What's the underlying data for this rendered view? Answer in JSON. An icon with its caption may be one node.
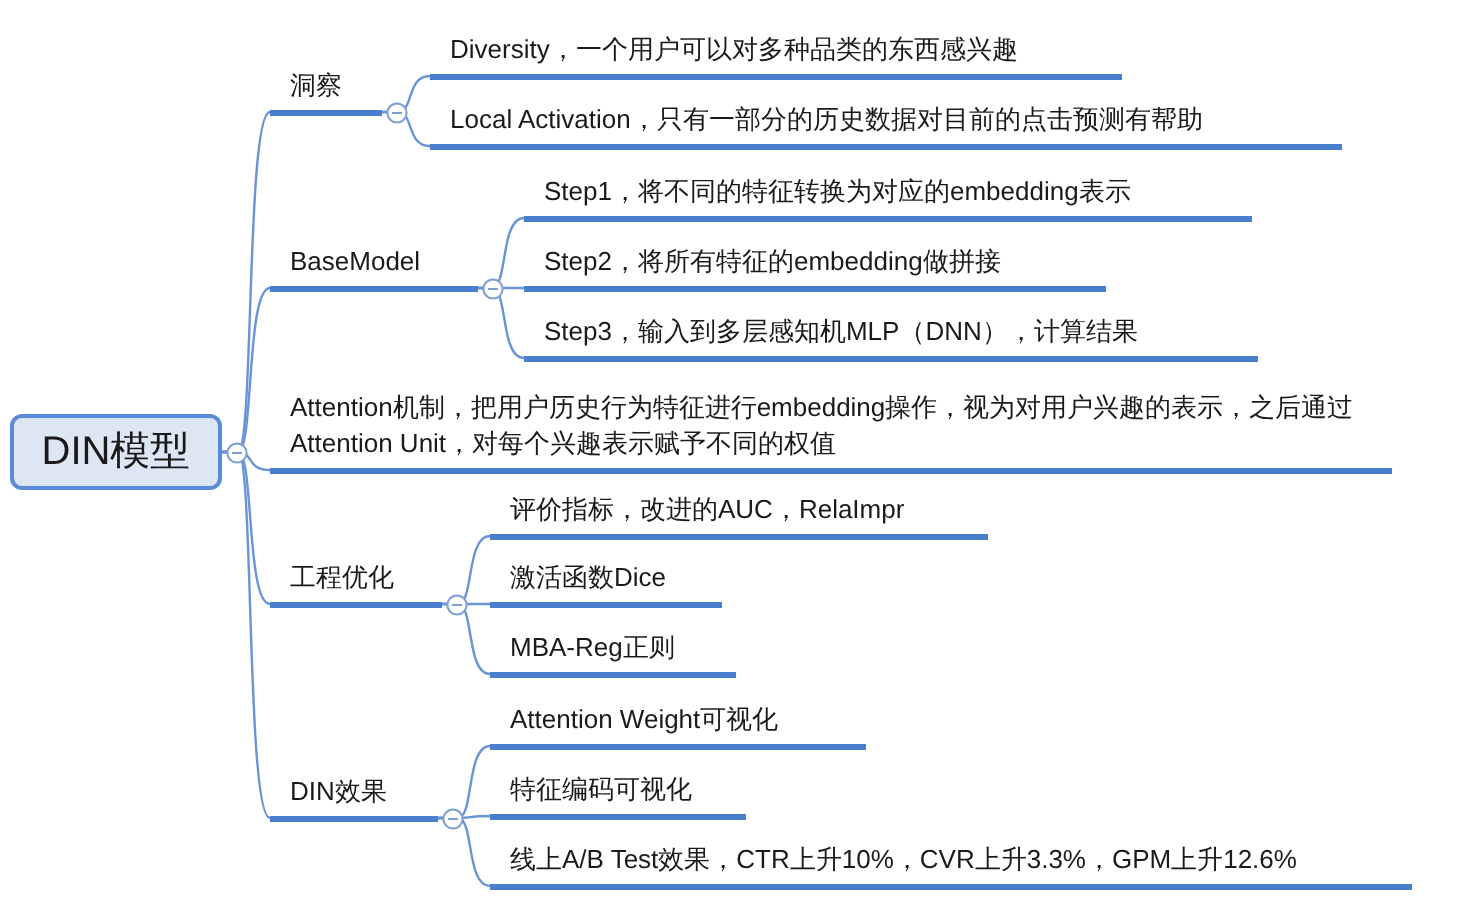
{
  "diagram": {
    "nodes": [
      {
        "text": [
          "DIN模型"
        ]
      },
      {
        "text": [
          "洞察"
        ]
      },
      {
        "text": [
          "Diversity，一个用户可以对多种品类的东西感兴趣"
        ]
      },
      {
        "text": [
          "Local Activation，只有一部分的历史数据对目前的点击预测有帮助"
        ]
      },
      {
        "text": [
          "BaseModel"
        ]
      },
      {
        "text": [
          "Step1，将不同的特征转换为对应的embedding表示"
        ]
      },
      {
        "text": [
          "Step2，将所有特征的embedding做拼接"
        ]
      },
      {
        "text": [
          "Step3，输入到多层感知机MLP（DNN），计算结果"
        ]
      },
      {
        "text": [
          "Attention机制，把用户历史行为特征进行embedding操作，视为对用户兴趣的表示，之后通过Attention Unit，对每个兴趣表示赋予不同的权值"
        ]
      },
      {
        "text": [
          "工程优化"
        ]
      },
      {
        "text": [
          "评价指标，改进的AUC，RelaImpr"
        ]
      },
      {
        "text": [
          "激活函数Dice"
        ]
      },
      {
        "text": [
          "MBA-Reg正则"
        ]
      },
      {
        "text": [
          "DIN效果"
        ]
      },
      {
        "text": [
          "Attention Weight可视化"
        ]
      },
      {
        "text": [
          "特征编码可视化"
        ]
      },
      {
        "text": [
          "线上A/B Test效果，CTR上升10%，CVR上升3.3%，GPM上升12.6%"
        ]
      }
    ],
    "edges": [
      {
        "from": 0,
        "to": 1,
        "arrow": "none"
      },
      {
        "from": 0,
        "to": 4,
        "arrow": "none"
      },
      {
        "from": 0,
        "to": 8,
        "arrow": "none"
      },
      {
        "from": 0,
        "to": 9,
        "arrow": "none"
      },
      {
        "from": 0,
        "to": 13,
        "arrow": "none"
      },
      {
        "from": 1,
        "to": 2,
        "arrow": "none"
      },
      {
        "from": 1,
        "to": 3,
        "arrow": "none"
      },
      {
        "from": 4,
        "to": 5,
        "arrow": "none"
      },
      {
        "from": 4,
        "to": 6,
        "arrow": "none"
      },
      {
        "from": 4,
        "to": 7,
        "arrow": "none"
      },
      {
        "from": 9,
        "to": 10,
        "arrow": "none"
      },
      {
        "from": 9,
        "to": 11,
        "arrow": "none"
      },
      {
        "from": 9,
        "to": 12,
        "arrow": "none"
      },
      {
        "from": 13,
        "to": 14,
        "arrow": "none"
      },
      {
        "from": 13,
        "to": 15,
        "arrow": "none"
      },
      {
        "from": 13,
        "to": 16,
        "arrow": "none"
      }
    ]
  }
}
